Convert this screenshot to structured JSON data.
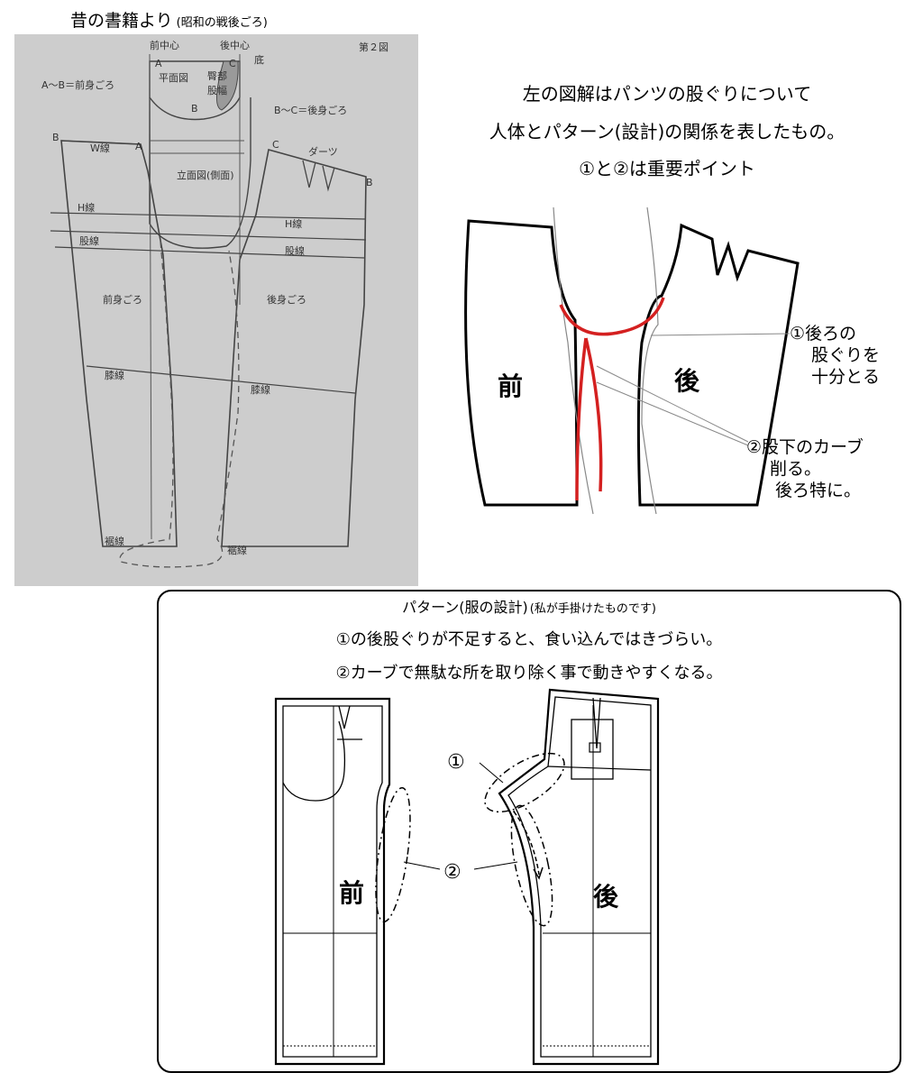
{
  "old_book": {
    "title": "昔の書籍より",
    "subtitle": "(昭和の戦後ごろ)",
    "figure_no": "第２図",
    "labels": {
      "front_center": "前中心",
      "back_center": "後中心",
      "plan_view": "平面図",
      "hip_width": "臀部",
      "crotch_width": "股幅",
      "bottom": "底",
      "A_B": "A〜B＝前身ごろ",
      "B_C": "B〜C＝後身ごろ",
      "w_line": "W線",
      "h_line": "H線",
      "h_line_back": "H線",
      "crotch_line": "股線",
      "crotch_line_back": "股線",
      "elevation": "立面図(側面)",
      "dart": "ダーツ",
      "front_body": "前身ごろ",
      "back_body": "後身ごろ",
      "knee_line": "膝線",
      "knee_line_back": "膝線",
      "hem_line": "裾線",
      "hem_line_back": "裾線",
      "pt_A": "A",
      "pt_A2": "A",
      "pt_B": "B",
      "pt_B2": "B",
      "pt_B3": "B",
      "pt_C": "C",
      "pt_C2": "C"
    }
  },
  "explanation": {
    "line1": "左の図解はパンツの股ぐりについて",
    "line2": "人体とパターン(設計)の関係を表したもの。",
    "line3": "①と②は重要ポイント"
  },
  "top_diagram": {
    "front": "前",
    "back": "後",
    "note1": [
      "①後ろの",
      "股ぐりを",
      "十分とる"
    ],
    "note2": [
      "②股下のカーブ",
      "削る。",
      "後ろ特に。"
    ],
    "accent": "#d42020"
  },
  "pattern": {
    "title": "パターン(服の設計)",
    "subtitle": "(私が手掛けたものです)",
    "line1": "①の後股ぐりが不足すると、食い込んではきづらい。",
    "line2": "②カーブで無駄な所を取り除く事で動きやすくなる。",
    "front": "前",
    "back": "後",
    "marker1": "①",
    "marker2": "②"
  }
}
